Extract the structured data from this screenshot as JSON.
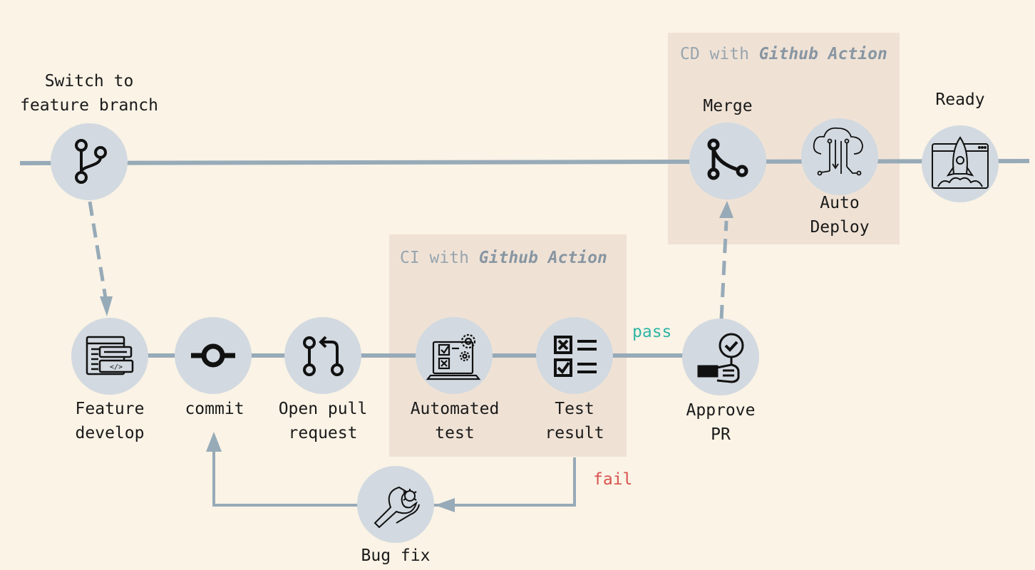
{
  "colors": {
    "background": "#faf3e6",
    "group_fill": "#efe2d5",
    "line": "#97aab8",
    "node_fill": "#d2d9e0",
    "pass": "#2fb5a5",
    "fail": "#d9534f",
    "icon": "#111111"
  },
  "groups": {
    "ci": {
      "title_prefix": "CI with",
      "title_emph": "Github Action"
    },
    "cd": {
      "title_prefix": "CD with",
      "title_emph": "Github Action"
    }
  },
  "nodes": {
    "switch_branch": {
      "label": [
        "Switch to",
        "feature branch"
      ],
      "icon": "git-branch-icon"
    },
    "feature_develop": {
      "label": [
        "Feature",
        "develop"
      ],
      "icon": "code-window-icon"
    },
    "commit": {
      "label": [
        "commit"
      ],
      "icon": "git-commit-icon"
    },
    "open_pr": {
      "label": [
        "Open pull",
        "request"
      ],
      "icon": "git-pull-request-icon"
    },
    "automated_test": {
      "label": [
        "Automated",
        "test"
      ],
      "icon": "automated-test-icon"
    },
    "test_result": {
      "label": [
        "Test",
        "result"
      ],
      "icon": "checklist-icon"
    },
    "approve_pr": {
      "label": [
        "Approve",
        "PR"
      ],
      "icon": "approve-hand-icon"
    },
    "merge": {
      "label": [
        "Merge"
      ],
      "icon": "git-merge-icon"
    },
    "auto_deploy": {
      "label": [
        "Auto",
        "Deploy"
      ],
      "icon": "cloud-deploy-icon"
    },
    "ready": {
      "label": [
        "Ready"
      ],
      "icon": "rocket-launch-icon"
    },
    "bug_fix": {
      "label": [
        "Bug fix"
      ],
      "icon": "bug-fix-wrench-icon"
    }
  },
  "edge_labels": {
    "pass": "pass",
    "fail": "fail"
  }
}
